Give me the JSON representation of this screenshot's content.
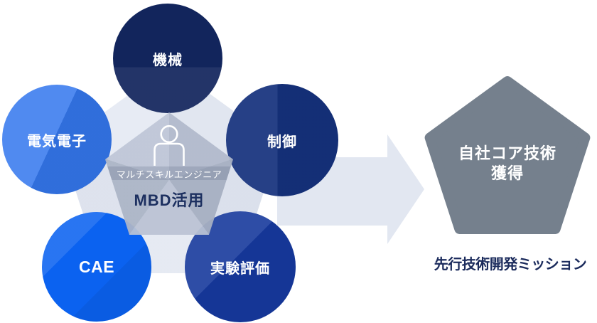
{
  "diagram": {
    "backdrop_pentagon_color": "#e9edf5",
    "center": {
      "icon": "person-icon",
      "pentagon_color": "#c5ccdc",
      "role_label": "マルチスキルエンジニア",
      "role_text_color": "#ffffff",
      "method_label": "MBD活用",
      "method_text_color": "#1d3060"
    },
    "skills": [
      {
        "label": "機械",
        "color": "#12255c"
      },
      {
        "label": "電気電子",
        "color": "#3679ee"
      },
      {
        "label": "制御",
        "color": "#16327d"
      },
      {
        "label": "CAE",
        "color": "#0b62f0"
      },
      {
        "label": "実験評価",
        "color": "#16399c"
      }
    ]
  },
  "arrow": {
    "direction": "right",
    "color": "#e2e7f1"
  },
  "goal": {
    "line1": "自社コア技術",
    "line2": "獲得",
    "pentagon_color": "#75808d",
    "text_color": "#ffffff"
  },
  "caption": {
    "text": "先行技術開発ミッション",
    "color": "#1b2b5c"
  }
}
